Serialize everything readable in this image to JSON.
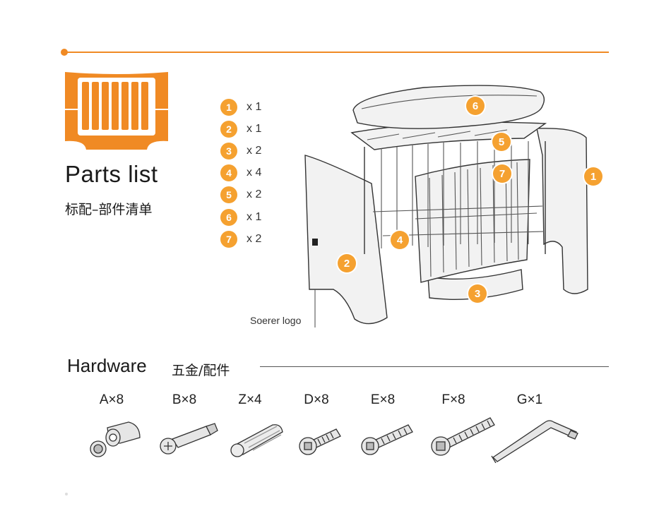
{
  "header": {
    "title": "Parts list",
    "subtitle": "标配–部件清单"
  },
  "legend": [
    {
      "num": "1",
      "qty": "x 1"
    },
    {
      "num": "2",
      "qty": "x 1"
    },
    {
      "num": "3",
      "qty": "x 2"
    },
    {
      "num": "4",
      "qty": "x 4"
    },
    {
      "num": "5",
      "qty": "x 2"
    },
    {
      "num": "6",
      "qty": "x 1"
    },
    {
      "num": "7",
      "qty": "x 2"
    }
  ],
  "diagram": {
    "callouts": [
      "6",
      "5",
      "7",
      "1",
      "4",
      "2",
      "3"
    ],
    "logo_label": "Soerer logo"
  },
  "hardware": {
    "title": "Hardware",
    "subtitle": "五金/配件",
    "items": [
      {
        "label": "A×8"
      },
      {
        "label": "B×8"
      },
      {
        "label": "Z×4"
      },
      {
        "label": "D×8"
      },
      {
        "label": "E×8"
      },
      {
        "label": "F×8"
      },
      {
        "label": "G×1"
      }
    ]
  },
  "colors": {
    "accent": "#f08a24",
    "badge": "#f5a130",
    "line": "#555555"
  },
  "icons": [
    "crib-icon"
  ]
}
